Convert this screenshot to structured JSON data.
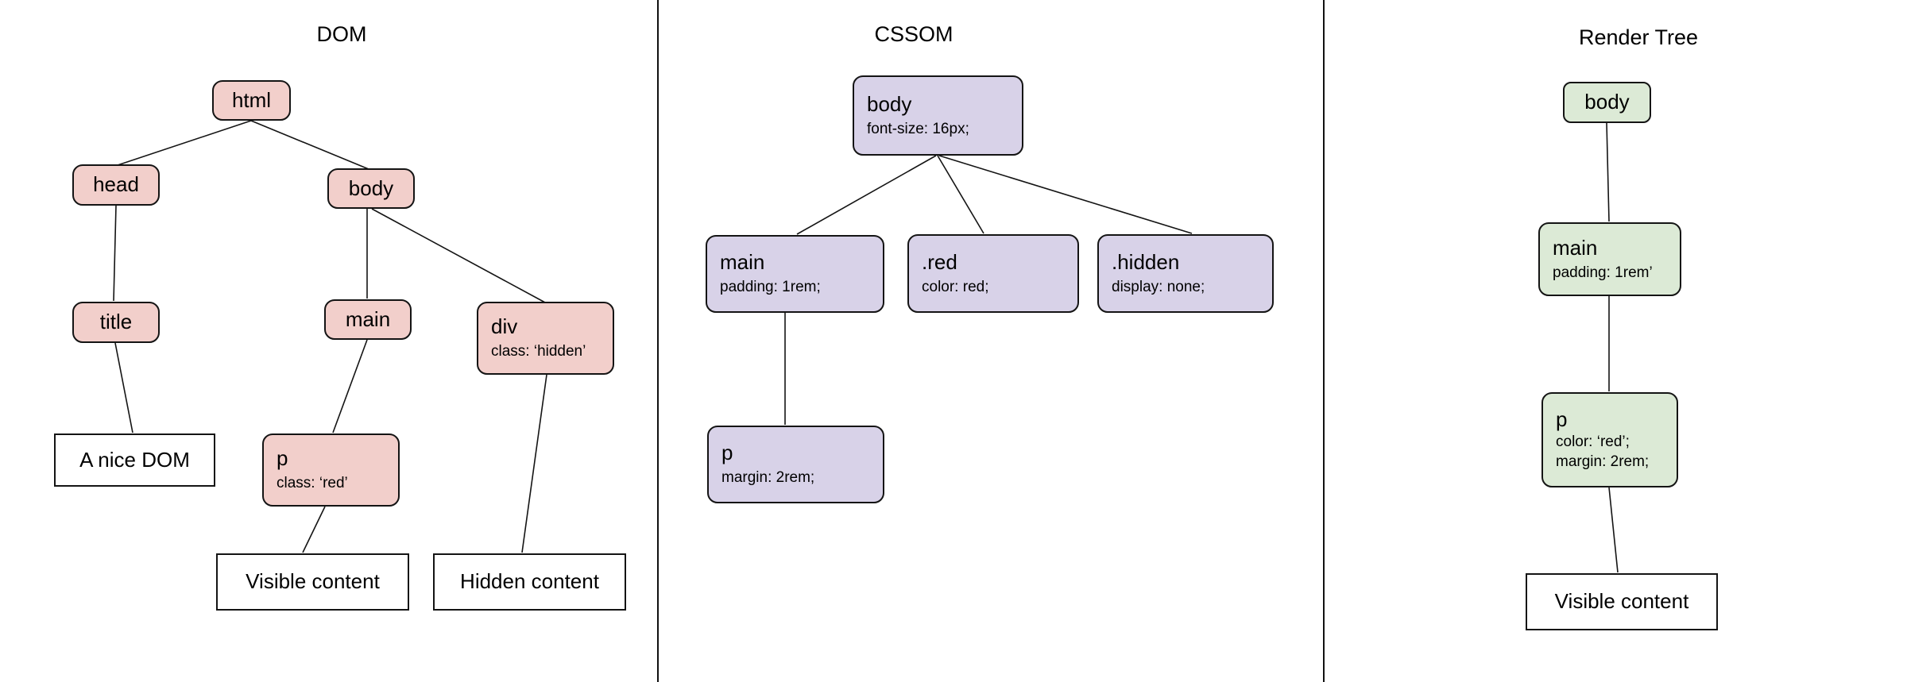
{
  "panels": [
    {
      "title": "DOM"
    },
    {
      "title": "CSSOM"
    },
    {
      "title": "Render Tree"
    }
  ],
  "colors": {
    "dom_node_fill": "#f2cfcb",
    "cssom_node_fill": "#d8d2e8",
    "render_node_fill": "#dcead6",
    "text_node_fill": "#ffffff",
    "border": "#141414"
  },
  "nodes": {
    "dom_html": {
      "label": "html"
    },
    "dom_head": {
      "label": "head"
    },
    "dom_body": {
      "label": "body"
    },
    "dom_title": {
      "label": "title"
    },
    "dom_main": {
      "label": "main"
    },
    "dom_div": {
      "label": "div",
      "sub": "class: ‘hidden’"
    },
    "dom_p": {
      "label": "p",
      "sub": "class: ‘red’"
    },
    "dom_text_title": {
      "label": "A nice DOM"
    },
    "dom_text_visible": {
      "label": "Visible content"
    },
    "dom_text_hidden": {
      "label": "Hidden content"
    },
    "cssom_body": {
      "label": "body",
      "sub": "font-size: 16px;"
    },
    "cssom_main": {
      "label": "main",
      "sub": "padding: 1rem;"
    },
    "cssom_red": {
      "label": ".red",
      "sub": "color: red;"
    },
    "cssom_hidden": {
      "label": ".hidden",
      "sub": "display: none;"
    },
    "cssom_p": {
      "label": "p",
      "sub": "margin: 2rem;"
    },
    "render_body": {
      "label": "body"
    },
    "render_main": {
      "label": "main",
      "sub": "padding: 1rem’"
    },
    "render_p": {
      "label": "p",
      "sub": "color: ‘red’;",
      "sub2": "margin: 2rem;"
    },
    "render_text_visible": {
      "label": "Visible content"
    }
  }
}
